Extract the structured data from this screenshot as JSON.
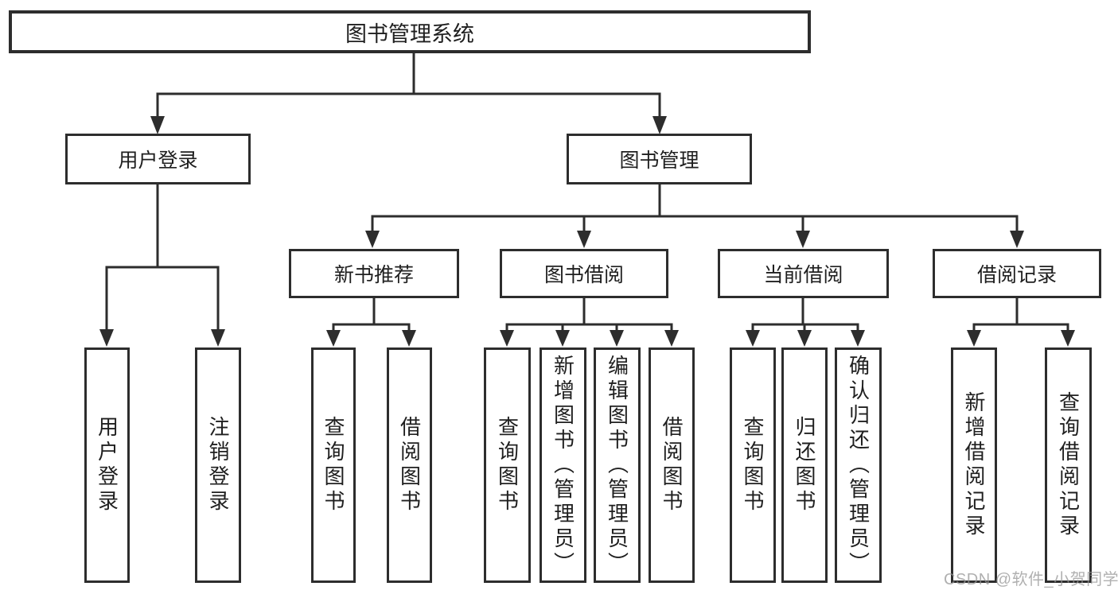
{
  "diagram": {
    "root": {
      "label": "图书管理系统"
    },
    "branches": [
      {
        "label": "用户登录",
        "children": [
          {
            "label": "用户登录"
          },
          {
            "label": "注销登录"
          }
        ]
      },
      {
        "label": "图书管理",
        "children": [
          {
            "label": "新书推荐",
            "children": [
              {
                "label": "查询图书"
              },
              {
                "label": "借阅图书"
              }
            ]
          },
          {
            "label": "图书借阅",
            "children": [
              {
                "label": "查询图书"
              },
              {
                "label": "新增图书（管理员）"
              },
              {
                "label": "编辑图书（管理员）"
              },
              {
                "label": "借阅图书"
              }
            ]
          },
          {
            "label": "当前借阅",
            "children": [
              {
                "label": "查询图书"
              },
              {
                "label": "归还图书"
              },
              {
                "label": "确认归还（管理员）"
              }
            ]
          },
          {
            "label": "借阅记录",
            "children": [
              {
                "label": "新增借阅记录"
              },
              {
                "label": "查询借阅记录"
              }
            ]
          }
        ]
      }
    ]
  },
  "watermark": {
    "text": "CSDN @软件_小贺同学"
  },
  "colors": {
    "line": "#2d2d2d",
    "box_border": "#2d2d2d",
    "text": "#1f1f1f",
    "watermark": "#969696",
    "background": "#ffffff"
  }
}
